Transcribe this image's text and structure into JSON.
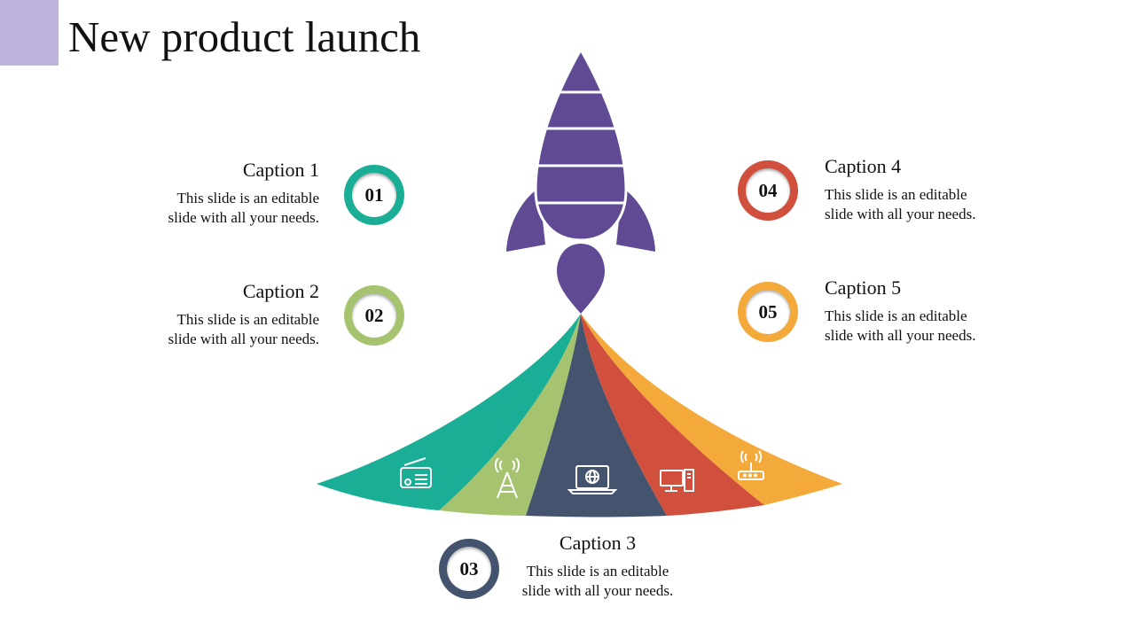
{
  "title": "New product launch",
  "colors": {
    "accent": "#bfb3dc",
    "rocket": "#5f4a93",
    "teal": "#1aae96",
    "green": "#a6c36f",
    "slate": "#45546e",
    "red": "#d04f3d",
    "orange": "#f4aa3a"
  },
  "steps": [
    {
      "number": "01",
      "caption": "Caption 1",
      "text_line1": "This slide is an editable",
      "text_line2": "slide with all your needs.",
      "icon": "radio-icon"
    },
    {
      "number": "02",
      "caption": "Caption 2",
      "text_line1": "This slide is an editable",
      "text_line2": "slide with all your needs.",
      "icon": "antenna-tower-icon"
    },
    {
      "number": "03",
      "caption": "Caption 3",
      "text_line1": "This slide is an editable",
      "text_line2": "slide with all your needs.",
      "icon": "laptop-globe-icon"
    },
    {
      "number": "04",
      "caption": "Caption 4",
      "text_line1": "This slide is an editable",
      "text_line2": "slide with all your needs.",
      "icon": "desktop-computer-icon"
    },
    {
      "number": "05",
      "caption": "Caption 5",
      "text_line1": "This slide is an editable",
      "text_line2": "slide with all your needs.",
      "icon": "wifi-router-icon"
    }
  ]
}
